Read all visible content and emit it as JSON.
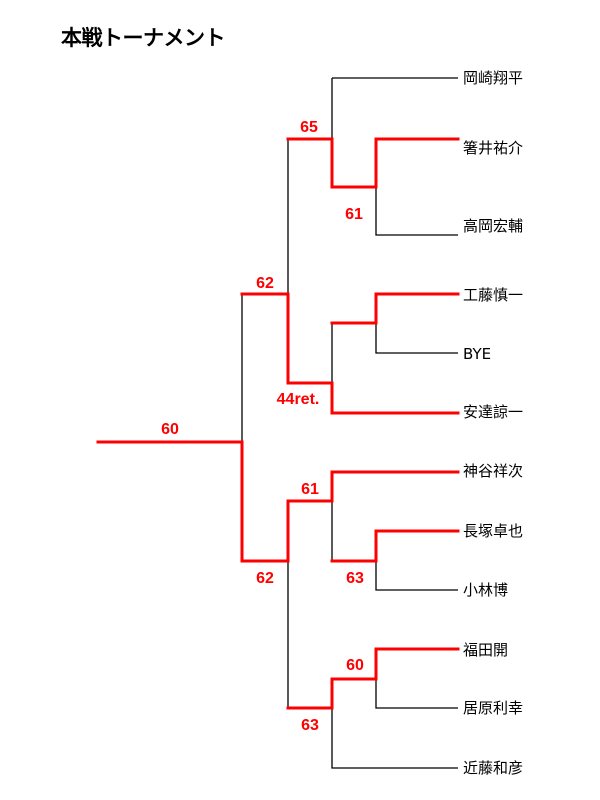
{
  "title": "本戦トーナメント",
  "colors": {
    "winner_line": "#ff0000",
    "loser_line": "#000000"
  },
  "players": [
    "岡崎翔平",
    "箸井祐介",
    "高岡宏輔",
    "工藤慎一",
    "BYE",
    "安達諒一",
    "神谷祥次",
    "長塚卓也",
    "小林博",
    "福田開",
    "居原利幸",
    "近藤和彦"
  ],
  "scores": {
    "r1_top_a": "61",
    "r2_top_a": "65",
    "r1_top_b": "44ret.",
    "r2_top_semi": "62",
    "final": "60",
    "r2_bot_a": "61",
    "r1_bot_a": "63",
    "r2_bot_semi": "62",
    "r1_bot_b": "60",
    "r2_bot_b": "63"
  }
}
